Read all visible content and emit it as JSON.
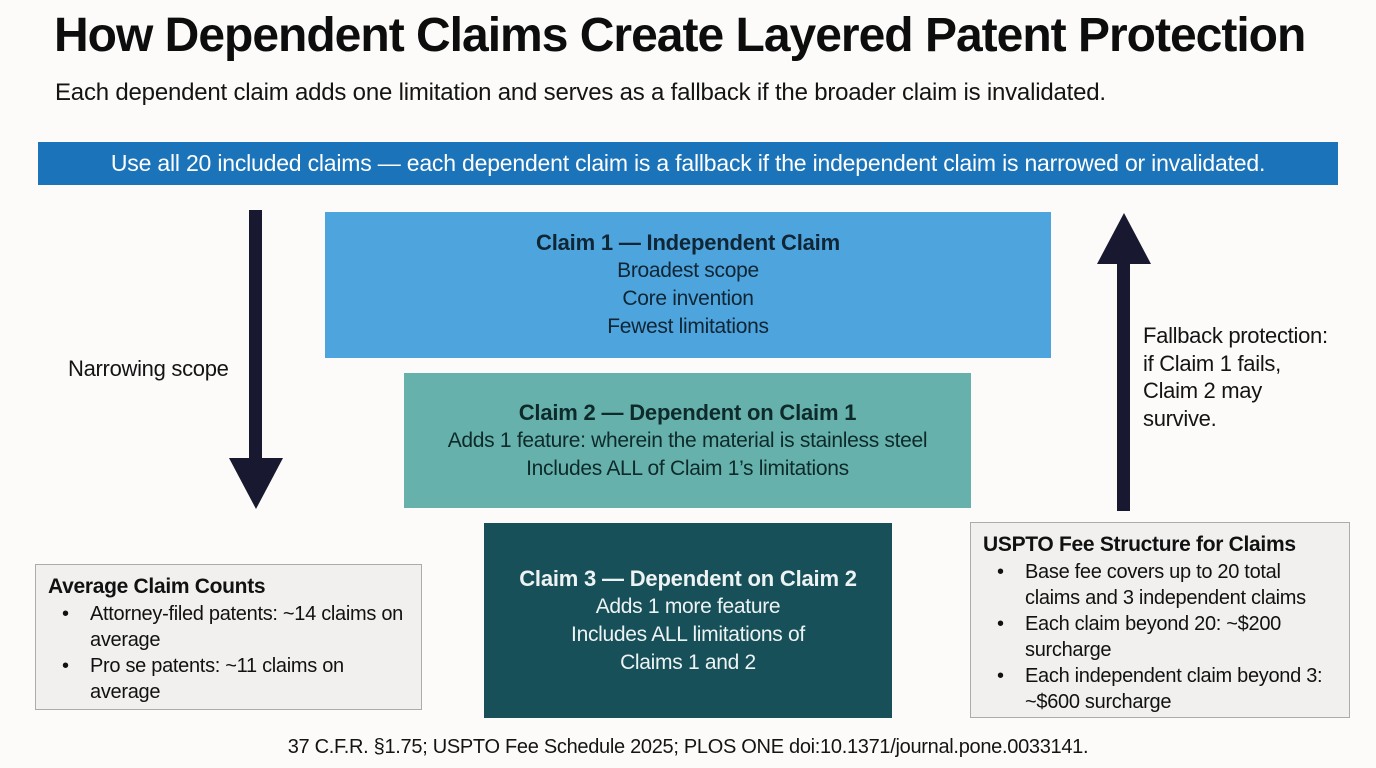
{
  "page": {
    "title": "How Dependent Claims Create Layered Patent Protection",
    "subtitle": "Each dependent claim adds one limitation and serves as a fallback if the broader claim is invalidated.",
    "footer": "37 C.F.R. §1.75; USPTO Fee Schedule 2025; PLOS ONE doi:10.1371/journal.pone.0033141."
  },
  "banner": {
    "text": "Use all 20 included claims — each dependent claim is a fallback if the independent claim is narrowed or invalidated."
  },
  "pyramid": {
    "claims": [
      {
        "title": "Claim 1 — Independent Claim",
        "lines": [
          "Broadest scope",
          "Core invention",
          "Fewest limitations"
        ],
        "bg": "#4ea4dd"
      },
      {
        "title": "Claim 2 — Dependent on Claim 1",
        "lines": [
          "Adds 1 feature: wherein the material is stainless steel",
          "Includes ALL of Claim 1’s limitations"
        ],
        "bg": "#66b1ac"
      },
      {
        "title": "Claim 3 — Dependent on Claim 2",
        "lines": [
          "Adds 1 more feature",
          "Includes ALL limitations of",
          "Claims 1 and 2"
        ],
        "bg": "#175059"
      }
    ]
  },
  "annotations": {
    "narrowing_label": "Narrowing scope",
    "fallback_note": "Fallback protection:\nif Claim 1 fails,\nClaim 2 may\nsurvive."
  },
  "info_boxes": {
    "left": {
      "title": "Average Claim Counts",
      "bullets": [
        "Attorney-filed patents: ~14 claims on average",
        "Pro se patents: ~11 claims on average"
      ]
    },
    "right": {
      "title": "USPTO Fee Structure for Claims",
      "bullets": [
        "Base fee covers up to 20 total claims and 3 independent claims",
        "Each claim beyond 20: ~$200 surcharge",
        "Each independent claim beyond 3: ~$600 surcharge"
      ]
    }
  },
  "colors": {
    "banner_bg": "#1b74ba",
    "banner_text": "#ffffff",
    "claim1_bg": "#4ea4dd",
    "claim2_bg": "#66b1ac",
    "claim3_bg": "#175059",
    "arrow": "#181830",
    "infobox_bg": "#f1f0ee",
    "infobox_border": "#ababab",
    "text": "#111111"
  }
}
